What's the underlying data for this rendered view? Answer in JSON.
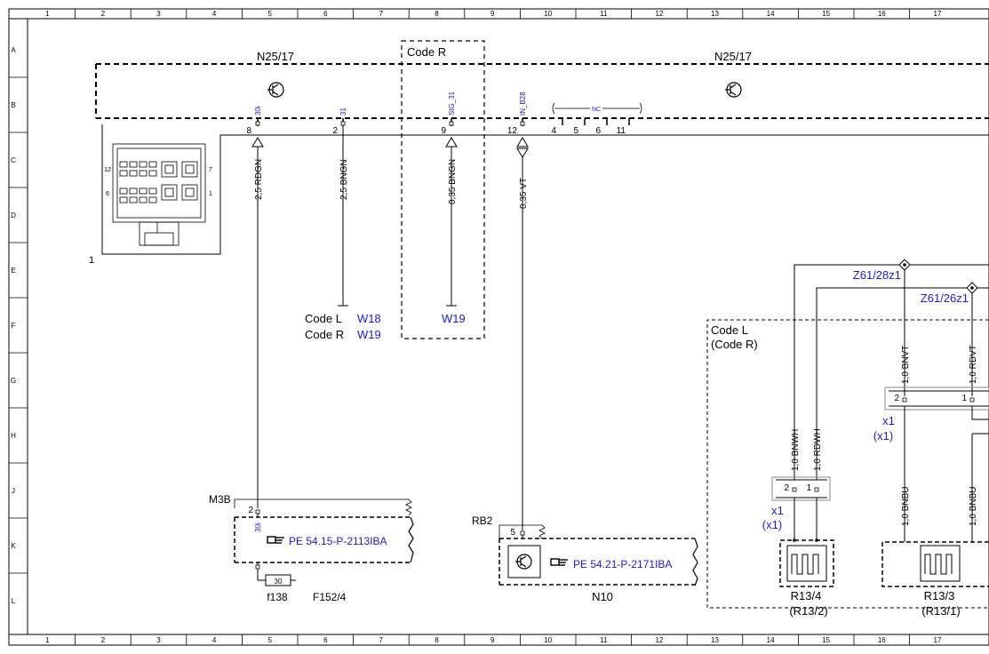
{
  "colors": {
    "ink": "#000000",
    "reference": "#1a1adc",
    "frame_tint": "#e8e8e8"
  },
  "grid": {
    "columns": [
      "1",
      "2",
      "3",
      "4",
      "5",
      "6",
      "7",
      "8",
      "9",
      "10",
      "11",
      "12",
      "13",
      "14",
      "15",
      "16",
      "17"
    ],
    "rows": [
      "A",
      "B",
      "C",
      "D",
      "E",
      "F",
      "G",
      "H",
      "J",
      "K",
      "L"
    ]
  },
  "components": {
    "control_unit_left": "N25/17",
    "control_unit_right": "N25/17",
    "code_r_box": "Code R",
    "connector_index": "1",
    "code_l_label": "Code L",
    "code_l_paren": "(Code R)",
    "m3b": "M3B",
    "rb2": "RB2",
    "n10": "N10",
    "f138": "f138",
    "f152_4": "F152/4",
    "fuse_value": "30",
    "r13_4": "R13/4",
    "r13_4_alt": "(R13/2)",
    "r13_3": "R13/3",
    "r13_3_alt": "(R13/1)",
    "z61_28z1": "Z61/28z1",
    "z61_26z1": "Z61/26z1",
    "x1_a": "x1",
    "x1_a_alt": "(x1)",
    "x1_b": "x1",
    "x1_b_alt": "(x1)"
  },
  "pins": {
    "p8": "8",
    "p2": "2",
    "p9": "9",
    "p12": "12",
    "p4": "4",
    "p5": "5",
    "p6": "6",
    "p11": "11",
    "signal_30i": "30i",
    "signal_31": "31",
    "signal_sig31": "SIG_31",
    "signal_inb28": "IN_B28",
    "signal_nc": "NC",
    "m3b_pin": "2",
    "m3b_signal": "30i",
    "rb2_pin": "5",
    "conn_x1_pin2": "2",
    "conn_x1_pin1": "1",
    "conn_x1b_pin2": "2",
    "conn_x1b_pin1": "1",
    "conn_pin_left_12": "12",
    "conn_pin_left_6": "6",
    "conn_pin_right_7": "7",
    "conn_pin_right_1": "1"
  },
  "wires": {
    "w_30i": "2,5 RDGN",
    "w_31": "2,5 BNGN",
    "w_sig31": "0,35 BNGN",
    "w_inb28": "0,35 VT",
    "w_bnwh": "1,0 BNWH",
    "w_rdwh": "1,0 RDWH",
    "w_bnvt": "1,0 BNVT",
    "w_rdvt": "1,0 RDVT",
    "w_bnbu_a": "1,0 BNBU",
    "w_bnbu_b": "1,0 BNBU"
  },
  "references": {
    "code_l": "Code L",
    "code_l_ref": "W18",
    "code_r": "Code R",
    "code_r_ref": "W19",
    "w19": "W19",
    "pe_m3b": "PE 54.15-P-2113IBA",
    "pe_n10": "PE 54.21-P-2171IBA"
  }
}
